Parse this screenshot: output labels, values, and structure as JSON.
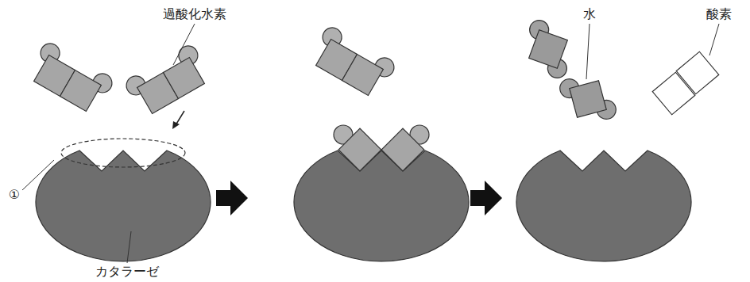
{
  "diagram": {
    "labels": [
      "過酸化水素",
      "①",
      "カタラーゼ",
      "水",
      "酸素"
    ]
  }
}
